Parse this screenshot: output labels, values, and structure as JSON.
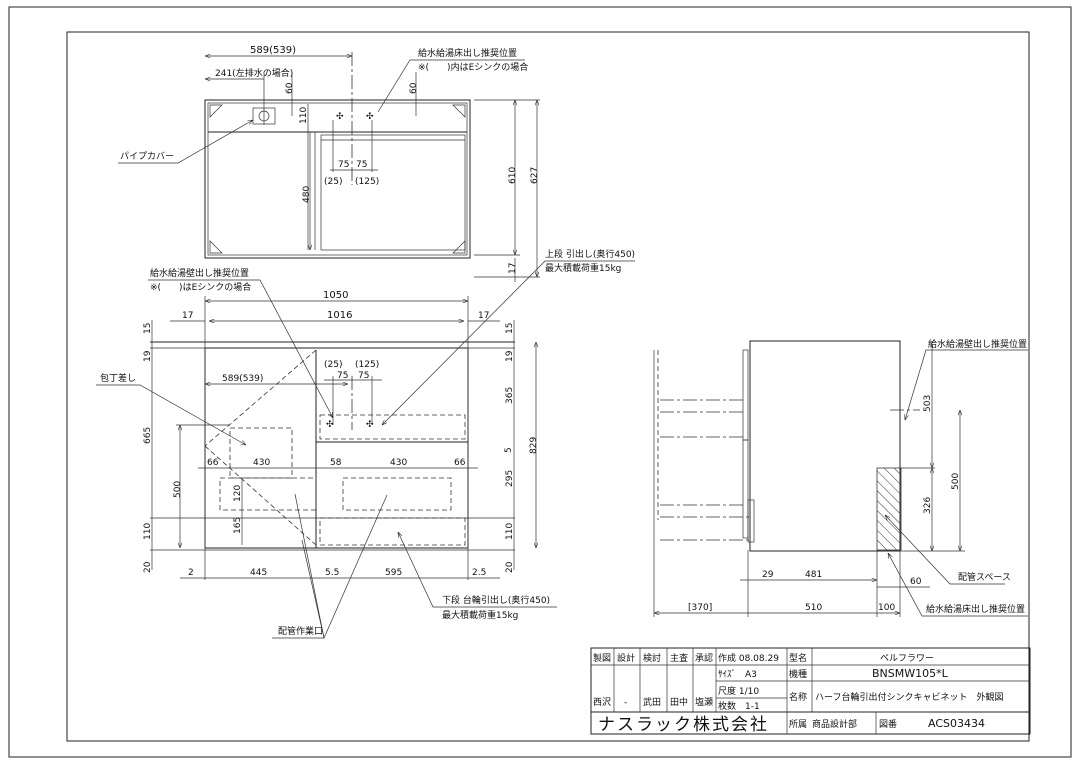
{
  "top_view": {
    "dim_589": "589(539)",
    "dim_241": "241(左排水の場合)",
    "dim_60a": "60",
    "dim_60b": "60",
    "dim_110": "110",
    "dim_480": "480",
    "dim_75a": "75",
    "dim_75b": "75",
    "dim_25": "(25)",
    "dim_125": "(125)",
    "dim_610": "610",
    "dim_627": "627",
    "dim_17": "17",
    "note_floor_1": "給水給湯床出し推奨位置",
    "note_floor_2": "※(　　)内はEシンクの場合",
    "pipe_cover": "パイプカバー"
  },
  "front_view": {
    "note_wall_1": "給水給湯壁出し推奨位置",
    "note_wall_2": "※(　　)はEシンクの場合",
    "upper_drawer_1": "上段 引出し(奥行450)",
    "upper_drawer_2": "最大積載荷重15kg",
    "lower_drawer_1": "下段 台輪引出し(奥行450)",
    "lower_drawer_2": "最大積載荷重15kg",
    "knife_holder": "包丁差し",
    "pipe_access": "配管作業口",
    "dim_1050": "1050",
    "dim_1016": "1016",
    "dim_17l": "17",
    "dim_17r": "17",
    "dim_15l": "15",
    "dim_15r": "15",
    "dim_19l": "19",
    "dim_19r": "19",
    "dim_665": "665",
    "dim_500": "500",
    "dim_110l": "110",
    "dim_110r": "110",
    "dim_20l": "20",
    "dim_20r": "20",
    "dim_589": "589(539)",
    "dim_25": "(25)",
    "dim_125": "(125)",
    "dim_75a": "75",
    "dim_75b": "75",
    "dim_66l": "66",
    "dim_430l": "430",
    "dim_58": "58",
    "dim_430r": "430",
    "dim_66r": "66",
    "dim_120": "120",
    "dim_165": "165",
    "dim_365": "365",
    "dim_5": "5",
    "dim_295": "295",
    "dim_829": "829",
    "dim_2": "2",
    "dim_445": "445",
    "dim_5_5": "5.5",
    "dim_595": "595",
    "dim_2_5": "2.5"
  },
  "side_view": {
    "note_wall": "給水給湯壁出し推奨位置",
    "note_floor": "給水給湯床出し推奨位置",
    "pipe_space": "配管スペース",
    "dim_503": "503",
    "dim_500": "500",
    "dim_326": "326",
    "dim_29": "29",
    "dim_481": "481",
    "dim_60": "60",
    "dim_370": "[370]",
    "dim_510": "510",
    "dim_100": "100"
  },
  "title_block": {
    "h_drawn": "製図",
    "h_design": "設計",
    "h_check": "検討",
    "h_chief": "主査",
    "h_approve": "承認",
    "created": "作成 08.08.29",
    "size": "ｻｲｽﾞ　A3",
    "scale": "尺度 1/10",
    "sheets": "枚数　1-1",
    "s_drawn": "西沢",
    "s_design": "-",
    "s_check": "武田",
    "s_chief": "田中",
    "s_approve": "塩瀬",
    "l_model": "型名",
    "v_model": "ベルフラワー",
    "l_type": "機種",
    "v_type": "BNSMW105*L",
    "l_name": "名称",
    "v_name": "ハーフ台輪引出付シンクキャビネット　外観図",
    "company": "ナスラック株式会社",
    "l_dept": "所属",
    "v_dept": "商品設計部",
    "l_drawing_no": "図番",
    "v_drawing_no": "ACS03434"
  }
}
